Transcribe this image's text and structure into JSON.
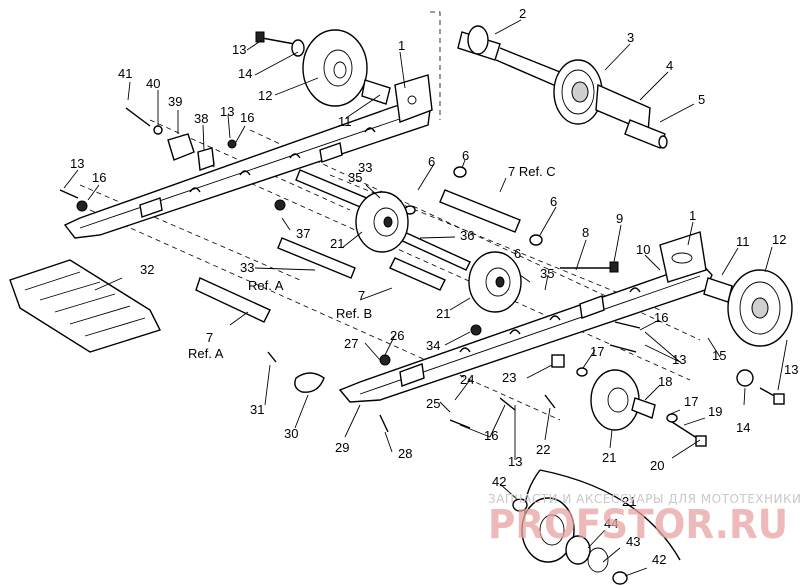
{
  "callouts": [
    {
      "id": "c1a",
      "text": "1"
    },
    {
      "id": "c1b",
      "text": "1"
    },
    {
      "id": "c2",
      "text": "2"
    },
    {
      "id": "c3",
      "text": "3"
    },
    {
      "id": "c4",
      "text": "4"
    },
    {
      "id": "c5",
      "text": "5"
    },
    {
      "id": "c6a",
      "text": "6"
    },
    {
      "id": "c6b",
      "text": "6"
    },
    {
      "id": "c6c",
      "text": "6"
    },
    {
      "id": "c6d",
      "text": "6"
    },
    {
      "id": "c7a",
      "text": "7 Ref. C"
    },
    {
      "id": "c7b",
      "text": "7"
    },
    {
      "id": "c7c",
      "text": "7"
    },
    {
      "id": "c8",
      "text": "8"
    },
    {
      "id": "c9",
      "text": "9"
    },
    {
      "id": "c10",
      "text": "10"
    },
    {
      "id": "c11a",
      "text": "11"
    },
    {
      "id": "c11b",
      "text": "11"
    },
    {
      "id": "c12a",
      "text": "12"
    },
    {
      "id": "c12b",
      "text": "12"
    },
    {
      "id": "c13a",
      "text": "13"
    },
    {
      "id": "c13b",
      "text": "13"
    },
    {
      "id": "c13c",
      "text": "13"
    },
    {
      "id": "c13d",
      "text": "13"
    },
    {
      "id": "c13e",
      "text": "13"
    },
    {
      "id": "c13f",
      "text": "13"
    },
    {
      "id": "c14a",
      "text": "14"
    },
    {
      "id": "c14b",
      "text": "14"
    },
    {
      "id": "c15",
      "text": "15"
    },
    {
      "id": "c16a",
      "text": "16"
    },
    {
      "id": "c16b",
      "text": "16"
    },
    {
      "id": "c16c",
      "text": "16"
    },
    {
      "id": "c16d",
      "text": "16"
    },
    {
      "id": "c17a",
      "text": "17"
    },
    {
      "id": "c17b",
      "text": "17"
    },
    {
      "id": "c18",
      "text": "18"
    },
    {
      "id": "c19",
      "text": "19"
    },
    {
      "id": "c20",
      "text": "20"
    },
    {
      "id": "c21a",
      "text": "21"
    },
    {
      "id": "c21b",
      "text": "21"
    },
    {
      "id": "c21c",
      "text": "21"
    },
    {
      "id": "c21d",
      "text": "21"
    },
    {
      "id": "c22",
      "text": "22"
    },
    {
      "id": "c23",
      "text": "23"
    },
    {
      "id": "c24",
      "text": "24"
    },
    {
      "id": "c25",
      "text": "25"
    },
    {
      "id": "c26",
      "text": "26"
    },
    {
      "id": "c27",
      "text": "27"
    },
    {
      "id": "c28",
      "text": "28"
    },
    {
      "id": "c29",
      "text": "29"
    },
    {
      "id": "c30",
      "text": "30"
    },
    {
      "id": "c31",
      "text": "31"
    },
    {
      "id": "c32",
      "text": "32"
    },
    {
      "id": "c33a",
      "text": "33"
    },
    {
      "id": "c33b",
      "text": "33"
    },
    {
      "id": "c34",
      "text": "34"
    },
    {
      "id": "c35a",
      "text": "35"
    },
    {
      "id": "c35b",
      "text": "35"
    },
    {
      "id": "c36",
      "text": "36"
    },
    {
      "id": "c37",
      "text": "37"
    },
    {
      "id": "c38",
      "text": "38"
    },
    {
      "id": "c39",
      "text": "39"
    },
    {
      "id": "c40",
      "text": "40"
    },
    {
      "id": "c41",
      "text": "41"
    },
    {
      "id": "c42a",
      "text": "42"
    },
    {
      "id": "c42b",
      "text": "42"
    },
    {
      "id": "c43",
      "text": "43"
    },
    {
      "id": "c44",
      "text": "44"
    }
  ],
  "refs": {
    "ref_a_33": "Ref. A",
    "ref_b_7": "Ref. B",
    "ref_a_7": "Ref. A"
  },
  "watermark": {
    "top": "ЗАПЧАСТИ И АКСЕССУАРЫ ДЛЯ МОТОТЕХНИКИ",
    "brand": "PROFSTOR.RU"
  }
}
